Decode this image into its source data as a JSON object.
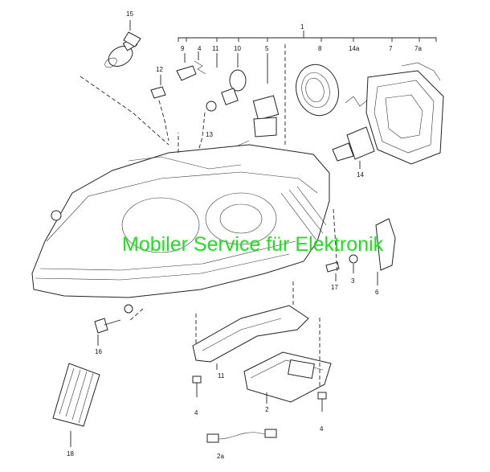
{
  "labels": {
    "l1": "1",
    "l2": "2",
    "l2a": "2a",
    "l3": "3",
    "l4a": "4",
    "l4b": "4",
    "l4c": "4",
    "l5": "5",
    "l6": "6",
    "l7": "7",
    "l7a": "7a",
    "l8": "8",
    "l9": "9",
    "l10": "10",
    "l11a": "11",
    "l11b": "11",
    "l12": "12",
    "l13": "13",
    "l14": "14",
    "l14a": "14a",
    "l15": "15",
    "l16": "16",
    "l17": "17",
    "l18": "18"
  },
  "watermark": "Mobiler Service für Elektronik",
  "colors": {
    "watermark": "#1ee01e",
    "line": "#222222"
  }
}
